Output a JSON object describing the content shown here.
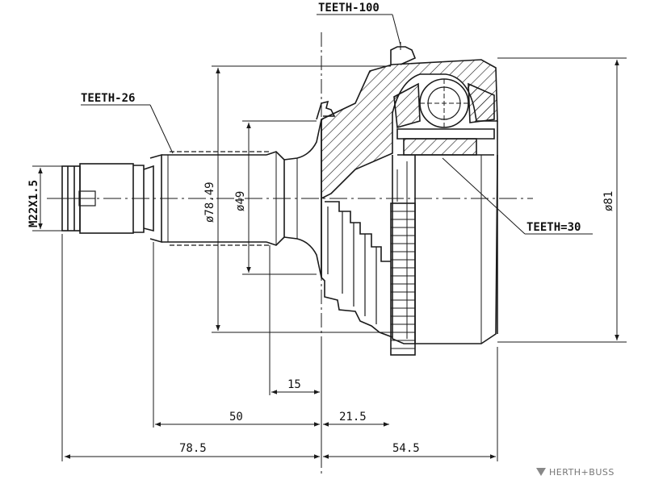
{
  "callouts": {
    "teeth_top": "TEETH-100",
    "teeth_shaft": "TEETH-26",
    "teeth_ring": "TEETH=30"
  },
  "diameters": {
    "thread": "M22X1.5",
    "d1": "ø78.49",
    "d2": "ø49",
    "d3": "ø81"
  },
  "lengths": {
    "l15": "15",
    "l50": "50",
    "l21": "21.5",
    "l78": "78.5",
    "l54": "54.5"
  },
  "brand": "HERTH+BUSS",
  "colors": {
    "line": "#1a1a1a",
    "logo": "#777777"
  }
}
